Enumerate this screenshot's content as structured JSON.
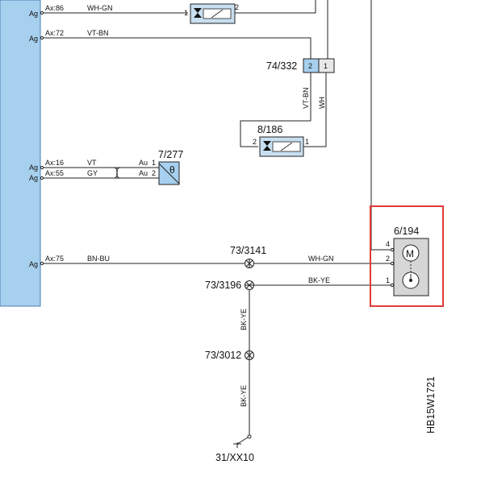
{
  "ecu_pins": [
    {
      "ag": "Ag",
      "ax": "Ax:86",
      "wire": "WH-GN"
    },
    {
      "ag": "Ag",
      "ax": "Ax:72",
      "wire": "VT-BN"
    },
    {
      "ag": "Ag",
      "ax": "Ax:16",
      "wire": "VT"
    },
    {
      "ag": "Ag",
      "ax": "Ax:55",
      "wire": "GY"
    },
    {
      "ag": "Ag",
      "ax": "Ax:75",
      "wire": "BN-BU"
    }
  ],
  "components": {
    "top_valve": {
      "pin1": "1",
      "pin2": "2"
    },
    "connector_74_332": {
      "label": "74/332",
      "pin2": "2",
      "pin1": "1",
      "wire_left": "VT-BN",
      "wire_right": "WH"
    },
    "valve_8_186": {
      "label": "8/186",
      "pin2": "2",
      "pin1": "1"
    },
    "sensor_7_277": {
      "label": "7/277",
      "au1": "Au",
      "pin1": "1",
      "au2": "Au",
      "pin2": "2",
      "symbol": "θ"
    },
    "motor_6_194": {
      "label": "6/194",
      "pin4": "4",
      "pin2": "2",
      "pin1": "1",
      "motor_symbol": "M"
    }
  },
  "splices": [
    {
      "label": "73/3141",
      "wire": "WH-GN"
    },
    {
      "label": "73/3196",
      "wire": "BK-YE"
    },
    {
      "label": "73/3012"
    }
  ],
  "vertical_wires": {
    "upper": "BK-YE",
    "lower": "BK-YE"
  },
  "ground": {
    "label": "31/XX10"
  },
  "doc_code": "HB15W1721",
  "highlight_color": "#e03a3a",
  "ecu_color": "#a7cfee"
}
